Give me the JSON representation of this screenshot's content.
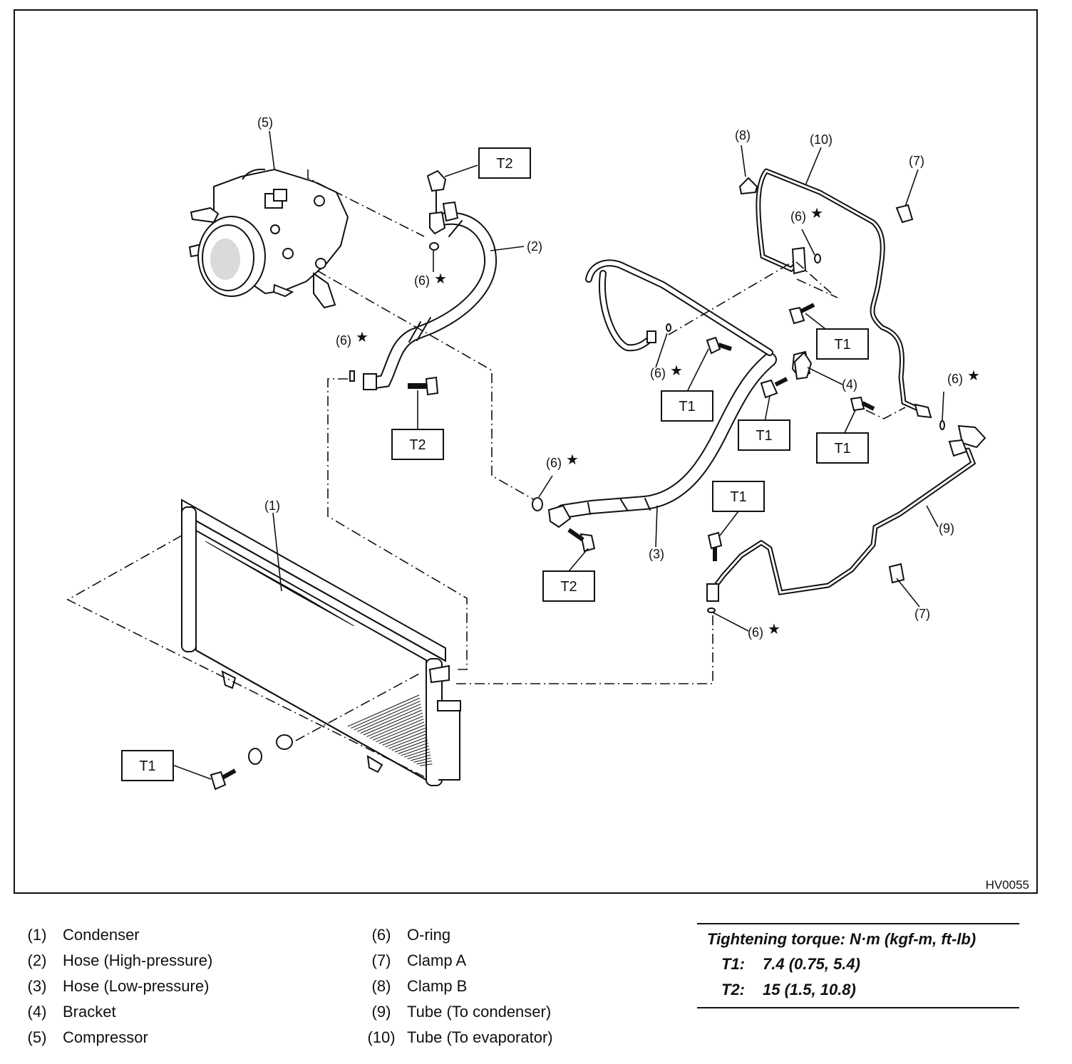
{
  "figure_id": "HV0055",
  "callouts": {
    "c1": "(1)",
    "c2": "(2)",
    "c3": "(3)",
    "c4": "(4)",
    "c5": "(5)",
    "c6": "(6)",
    "c7": "(7)",
    "c8": "(8)",
    "c9": "(9)",
    "c10": "(10)"
  },
  "torque_tags": {
    "t1": "T1",
    "t2": "T2"
  },
  "star_mark": "★",
  "legend": [
    {
      "num": "(1)",
      "name": "Condenser"
    },
    {
      "num": "(2)",
      "name": "Hose (High-pressure)"
    },
    {
      "num": "(3)",
      "name": "Hose (Low-pressure)"
    },
    {
      "num": "(4)",
      "name": "Bracket"
    },
    {
      "num": "(5)",
      "name": "Compressor"
    },
    {
      "num": "(6)",
      "name": "O-ring"
    },
    {
      "num": "(7)",
      "name": "Clamp A"
    },
    {
      "num": "(8)",
      "name": "Clamp B"
    },
    {
      "num": "(9)",
      "name": "Tube (To condenser)"
    },
    {
      "num": "(10)",
      "name": "Tube (To evaporator)"
    }
  ],
  "torque": {
    "title": "Tightening torque: N·m (kgf-m, ft-lb)",
    "rows": [
      {
        "key": "T1:",
        "value": "7.4 (0.75, 5.4)"
      },
      {
        "key": "T2:",
        "value": "15 (1.5, 10.8)"
      }
    ]
  }
}
